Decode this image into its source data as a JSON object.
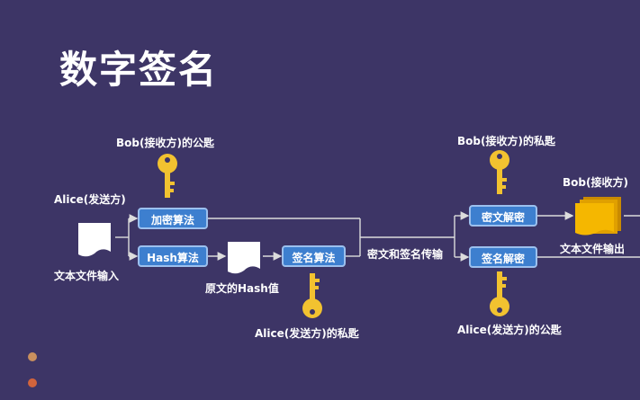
{
  "title": "数字签名",
  "labels": {
    "bob_public_key": "Bob(接收方)的公匙",
    "alice_sender": "Alice(发送方)",
    "text_input": "文本文件输入",
    "original_hash": "原文的Hash值",
    "alice_private_key": "Alice(发送方)的私匙",
    "transmit": "密文和签名传输",
    "bob_private_key": "Bob(接收方)的私匙",
    "bob_receiver": "Bob(接收方)",
    "text_output": "文本文件输出",
    "alice_public_key": "Alice(发送方)的公匙"
  },
  "boxes": {
    "encrypt": "加密算法",
    "hash": "Hash算法",
    "sign": "签名算法",
    "decrypt": "密文解密",
    "verify": "签名解密"
  },
  "colors": {
    "background": "#3d3566",
    "box_fill": "#3d7fcf",
    "box_border": "#9cc0ee",
    "key": "#f2c230",
    "output_doc": "#f5b700",
    "dot_top": "#c9905e",
    "dot_bottom": "#d2643c"
  },
  "icons": [
    "document-icon",
    "key-icon",
    "stacked-document-icon"
  ]
}
